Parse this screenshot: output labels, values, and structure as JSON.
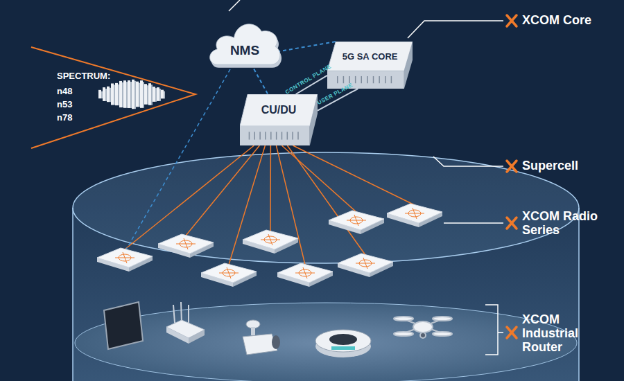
{
  "diagram": {
    "nodes": [
      {
        "text": [
          "NMS"
        ]
      },
      {
        "text": [
          "5G SA CORE"
        ]
      },
      {
        "text": [
          "CU/DU"
        ]
      }
    ],
    "edges": [
      {
        "from": 2,
        "to": 1,
        "arrow": "none",
        "label": "CONTROL PLANE"
      },
      {
        "from": 2,
        "to": 1,
        "arrow": "none",
        "label": "USER PLANE"
      },
      {
        "from": 0,
        "to": 1,
        "arrow": "none"
      },
      {
        "from": 0,
        "to": 2,
        "arrow": "none"
      }
    ],
    "labels": [
      "SPECTRUM:",
      "n48",
      "n53",
      "n78",
      "XCOM Core",
      "Supercell",
      "XCOM Radio Series",
      "XCOM Industrial Router"
    ]
  }
}
